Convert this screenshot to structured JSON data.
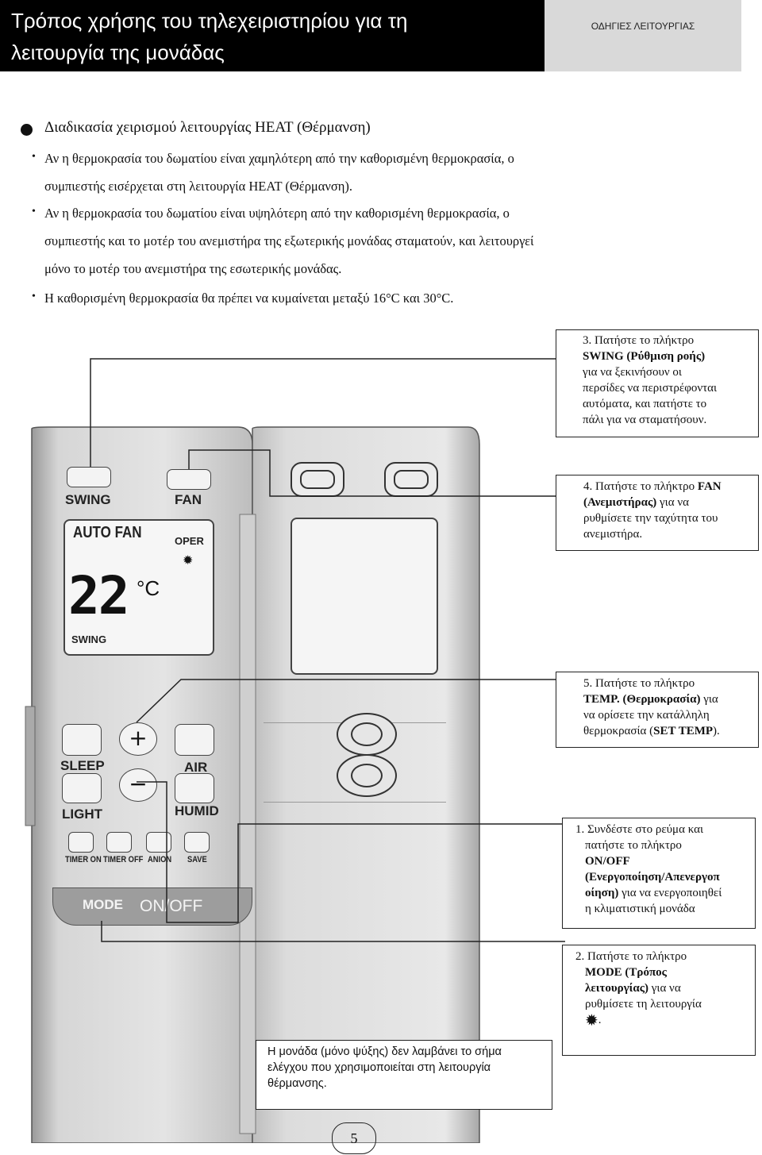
{
  "header": {
    "title_line1": "Τρόπος χρήσης του τηλεχειριστηρίου για τη",
    "title_line2": "λειτουργία της μονάδας",
    "section_tag": "ΟΔΗΓΙΕΣ ΛΕΙΤΟΥΡΓΙΑΣ"
  },
  "intro": {
    "heading": "Διαδικασία χειρισμού λειτουργίας HEAT (Θέρμανση)",
    "bullets": [
      [
        "Αν η θερμοκρασία του δωματίου είναι χαμηλότερη από την καθορισμένη θερμοκρασία, ο",
        "συμπιεστής εισέρχεται στη λειτουργία HEAT (Θέρμανση)."
      ],
      [
        "Αν η θερμοκρασία του δωματίου είναι υψηλότερη από την καθορισμένη θερμοκρασία, ο",
        "συμπιεστής και το μοτέρ του ανεμιστήρα της εξωτερικής μονάδας σταματούν, και λειτουργεί",
        "μόνο το μοτέρ του ανεμιστήρα της εσωτερικής μονάδας."
      ],
      [
        "Η καθορισμένη θερμοκρασία θα πρέπει να κυμαίνεται μεταξύ 16°C και 30°C."
      ]
    ]
  },
  "remote": {
    "swing": "SWING",
    "fan": "FAN",
    "auto_fan": "AUTO FAN",
    "oper": "OPER",
    "temp": "22",
    "unit": "°C",
    "swing_display": "SWING",
    "sleep": "SLEEP",
    "air": "AIR",
    "light": "LIGHT",
    "humid": "HUMID",
    "timer_on": "TIMER ON",
    "timer_off": "TIMER OFF",
    "anion": "ANION",
    "save": "SAVE",
    "mode": "MODE",
    "onoff": "ON/OFF",
    "plus": "+",
    "minus": "−"
  },
  "callouts": {
    "c3": {
      "l1": "3. Πατήστε το πλήκτρο",
      "l2": "SWING (Ρύθμιση ροής)",
      "l3": "για να ξεκινήσουν οι",
      "l4": "περσίδες να περιστρέφονται",
      "l5": "αυτόματα, και πατήστε το",
      "l6": "πάλι για να σταματήσουν."
    },
    "c4": {
      "l1a": "4. Πατήστε το πλήκτρο ",
      "l1b": "FAN",
      "l2a": "(Ανεμιστήρας)",
      "l2b": " για να",
      "l3": "ρυθμίσετε την ταχύτητα του",
      "l4": "ανεμιστήρα."
    },
    "c5": {
      "l1": "5. Πατήστε το πλήκτρο",
      "l2a": "TEMP. (Θερμοκρασία)",
      "l2b": " για",
      "l3": "να ορίσετε την κατάλληλη",
      "l4a": "θερμοκρασία (",
      "l4b": "SET TEMP",
      "l4c": ")."
    },
    "c1": {
      "l1": "1. Συνδέστε στο ρεύμα και",
      "l2": "πατήστε το πλήκτρο",
      "l3": "ON/OFF",
      "l4": "(Ενεργοποίηση/Απενεργοπ",
      "l5a": "οίηση)",
      "l5b": " για να ενεργοποιηθεί",
      "l6": "η κλιματιστική μονάδα"
    },
    "c2": {
      "l1": "2. Πατήστε το πλήκτρο",
      "l2": "MODE (Τρόπος",
      "l3a": "λειτουργίας)",
      "l3b": " για να",
      "l4": "ρυθμίσετε τη λειτουργία",
      "l5": "."
    },
    "note": {
      "l1": "Η μονάδα (μόνο ψύξης) δεν λαμβάνει το σήμα",
      "l2": "ελέγχου που χρησιμοποιείται στη λειτουργία",
      "l3": "θέρμανσης."
    }
  },
  "page_number": "5"
}
